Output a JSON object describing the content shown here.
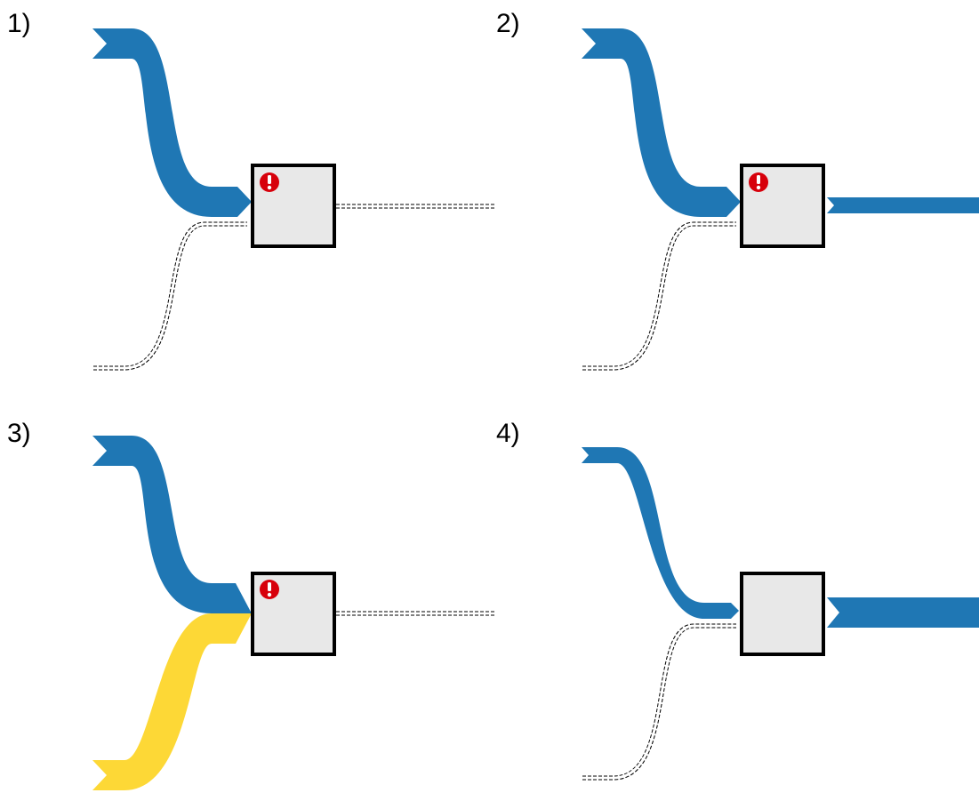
{
  "colors": {
    "flow_blue": "#1f77b4",
    "flow_yellow": "#fdd836",
    "node_fill": "#e8e8e8",
    "warning_red": "#d7000b"
  },
  "panels": [
    {
      "label": "1)",
      "node_warning": true,
      "links": [
        {
          "name": "input-link-top",
          "state": "blue-flow",
          "weight": "thick"
        },
        {
          "name": "input-link-bottom",
          "state": "empty-dashed"
        },
        {
          "name": "output-link",
          "state": "empty-dashed"
        }
      ]
    },
    {
      "label": "2)",
      "node_warning": true,
      "links": [
        {
          "name": "input-link-top",
          "state": "blue-flow",
          "weight": "thick"
        },
        {
          "name": "input-link-bottom",
          "state": "empty-dashed"
        },
        {
          "name": "output-link",
          "state": "blue-flow",
          "weight": "medium"
        }
      ]
    },
    {
      "label": "3)",
      "node_warning": true,
      "links": [
        {
          "name": "input-link-top",
          "state": "blue-flow",
          "weight": "thick"
        },
        {
          "name": "input-link-bottom",
          "state": "yellow-flow",
          "weight": "thick"
        },
        {
          "name": "output-link",
          "state": "empty-dashed"
        }
      ]
    },
    {
      "label": "4)",
      "node_warning": false,
      "links": [
        {
          "name": "input-link-top",
          "state": "blue-flow",
          "weight": "thin"
        },
        {
          "name": "input-link-bottom",
          "state": "empty-dashed"
        },
        {
          "name": "output-link",
          "state": "blue-flow",
          "weight": "thick"
        }
      ]
    }
  ]
}
